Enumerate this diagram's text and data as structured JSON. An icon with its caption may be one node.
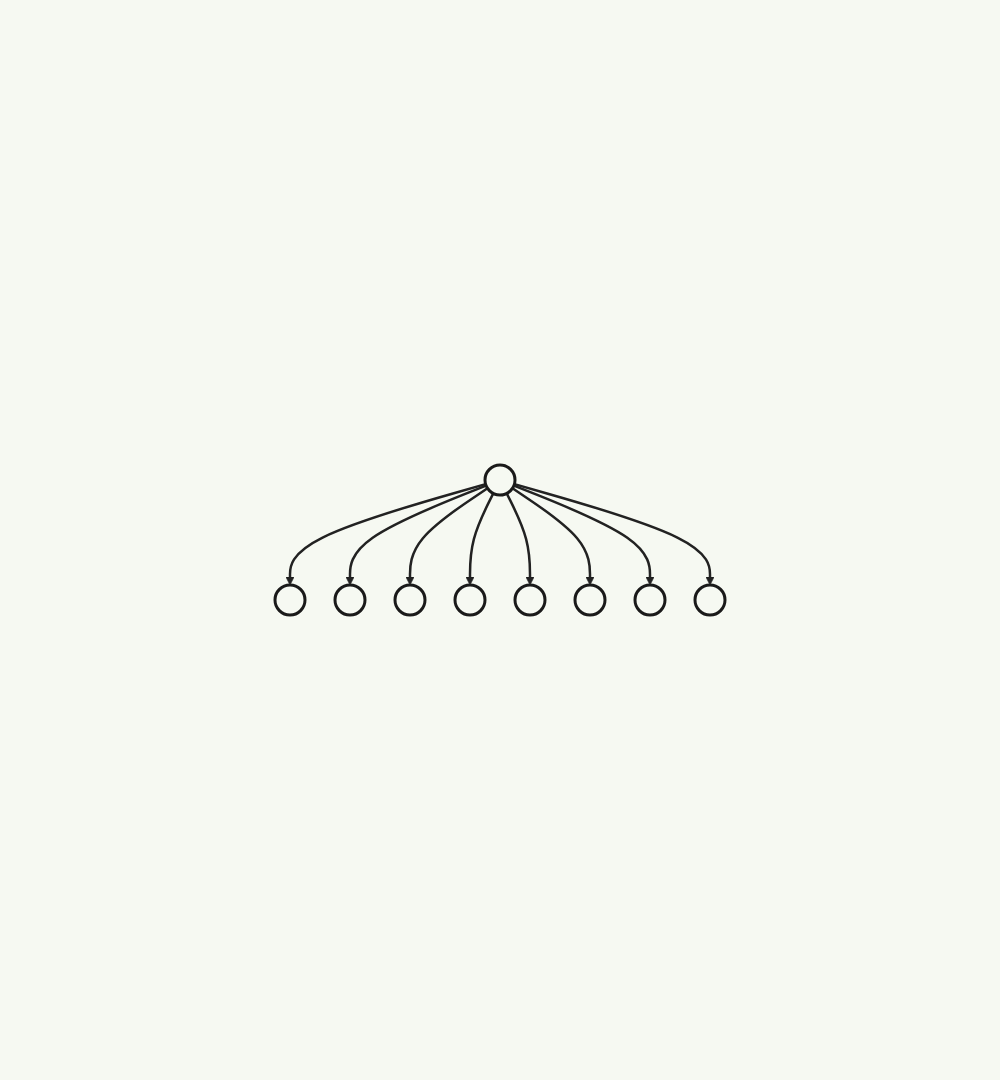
{
  "diagram": {
    "nodes": [
      {
        "text": [],
        "shape": "ellipse"
      },
      {
        "text": [],
        "shape": "ellipse"
      },
      {
        "text": [],
        "shape": "ellipse"
      },
      {
        "text": [],
        "shape": "ellipse"
      },
      {
        "text": [],
        "shape": "ellipse"
      },
      {
        "text": [],
        "shape": "ellipse"
      },
      {
        "text": [],
        "shape": "ellipse"
      },
      {
        "text": [],
        "shape": "ellipse"
      },
      {
        "text": [],
        "shape": "ellipse"
      }
    ],
    "edges": [
      {
        "from": 4,
        "to": 0,
        "arrow": "to"
      },
      {
        "from": 4,
        "to": 1,
        "arrow": "to"
      },
      {
        "from": 4,
        "to": 2,
        "arrow": "to"
      },
      {
        "from": 4,
        "to": 3,
        "arrow": "to"
      },
      {
        "from": 4,
        "to": 5,
        "arrow": "to"
      },
      {
        "from": 4,
        "to": 6,
        "arrow": "to"
      },
      {
        "from": 4,
        "to": 7,
        "arrow": "to"
      },
      {
        "from": 4,
        "to": 8,
        "arrow": "to"
      }
    ]
  }
}
